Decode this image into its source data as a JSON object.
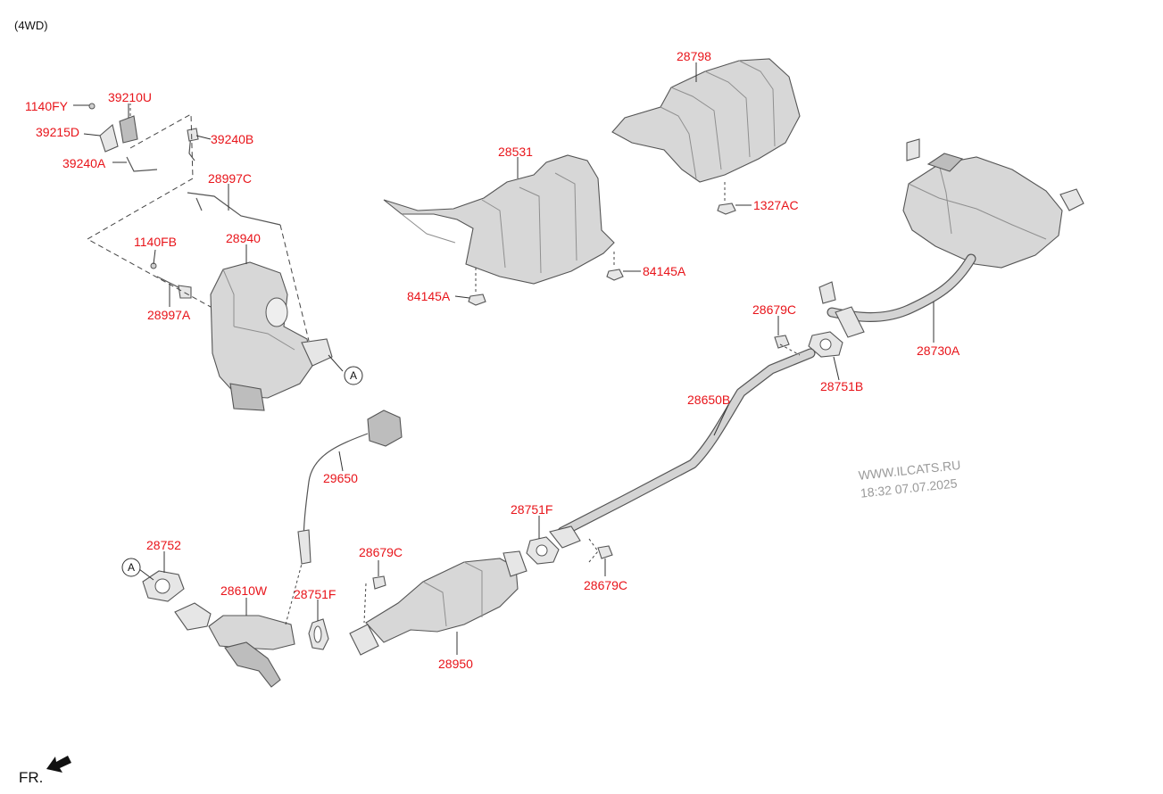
{
  "header": {
    "variant": "(4WD)"
  },
  "orientation": {
    "front_label": "FR."
  },
  "callouts": {
    "a_top": "A",
    "a_bottom": "A"
  },
  "watermark": {
    "site": "WWW.ILCATS.RU",
    "timestamp": "18:32 07.07.2025"
  },
  "labels": {
    "p1140FY": "1140FY",
    "p39210U": "39210U",
    "p39215D": "39215D",
    "p39240B": "39240B",
    "p39240A": "39240A",
    "p28997C": "28997C",
    "p1140FB": "1140FB",
    "p28940": "28940",
    "p28997A": "28997A",
    "p28798": "28798",
    "p28531": "28531",
    "p1327AC": "1327AC",
    "p84145A_right": "84145A",
    "p84145A_left": "84145A",
    "p28679C_upper": "28679C",
    "p28751B": "28751B",
    "p28730A": "28730A",
    "p28650B": "28650B",
    "p29650": "29650",
    "p28751F_mid": "28751F",
    "p28752": "28752",
    "p28679C_left": "28679C",
    "p28610W": "28610W",
    "p28751F_left": "28751F",
    "p28679C_lower": "28679C",
    "p28950": "28950"
  },
  "colors": {
    "label": "#e8141a",
    "part_fill": "#d7d7d7",
    "outline": "#555555",
    "watermark": "#9a9a9a"
  }
}
